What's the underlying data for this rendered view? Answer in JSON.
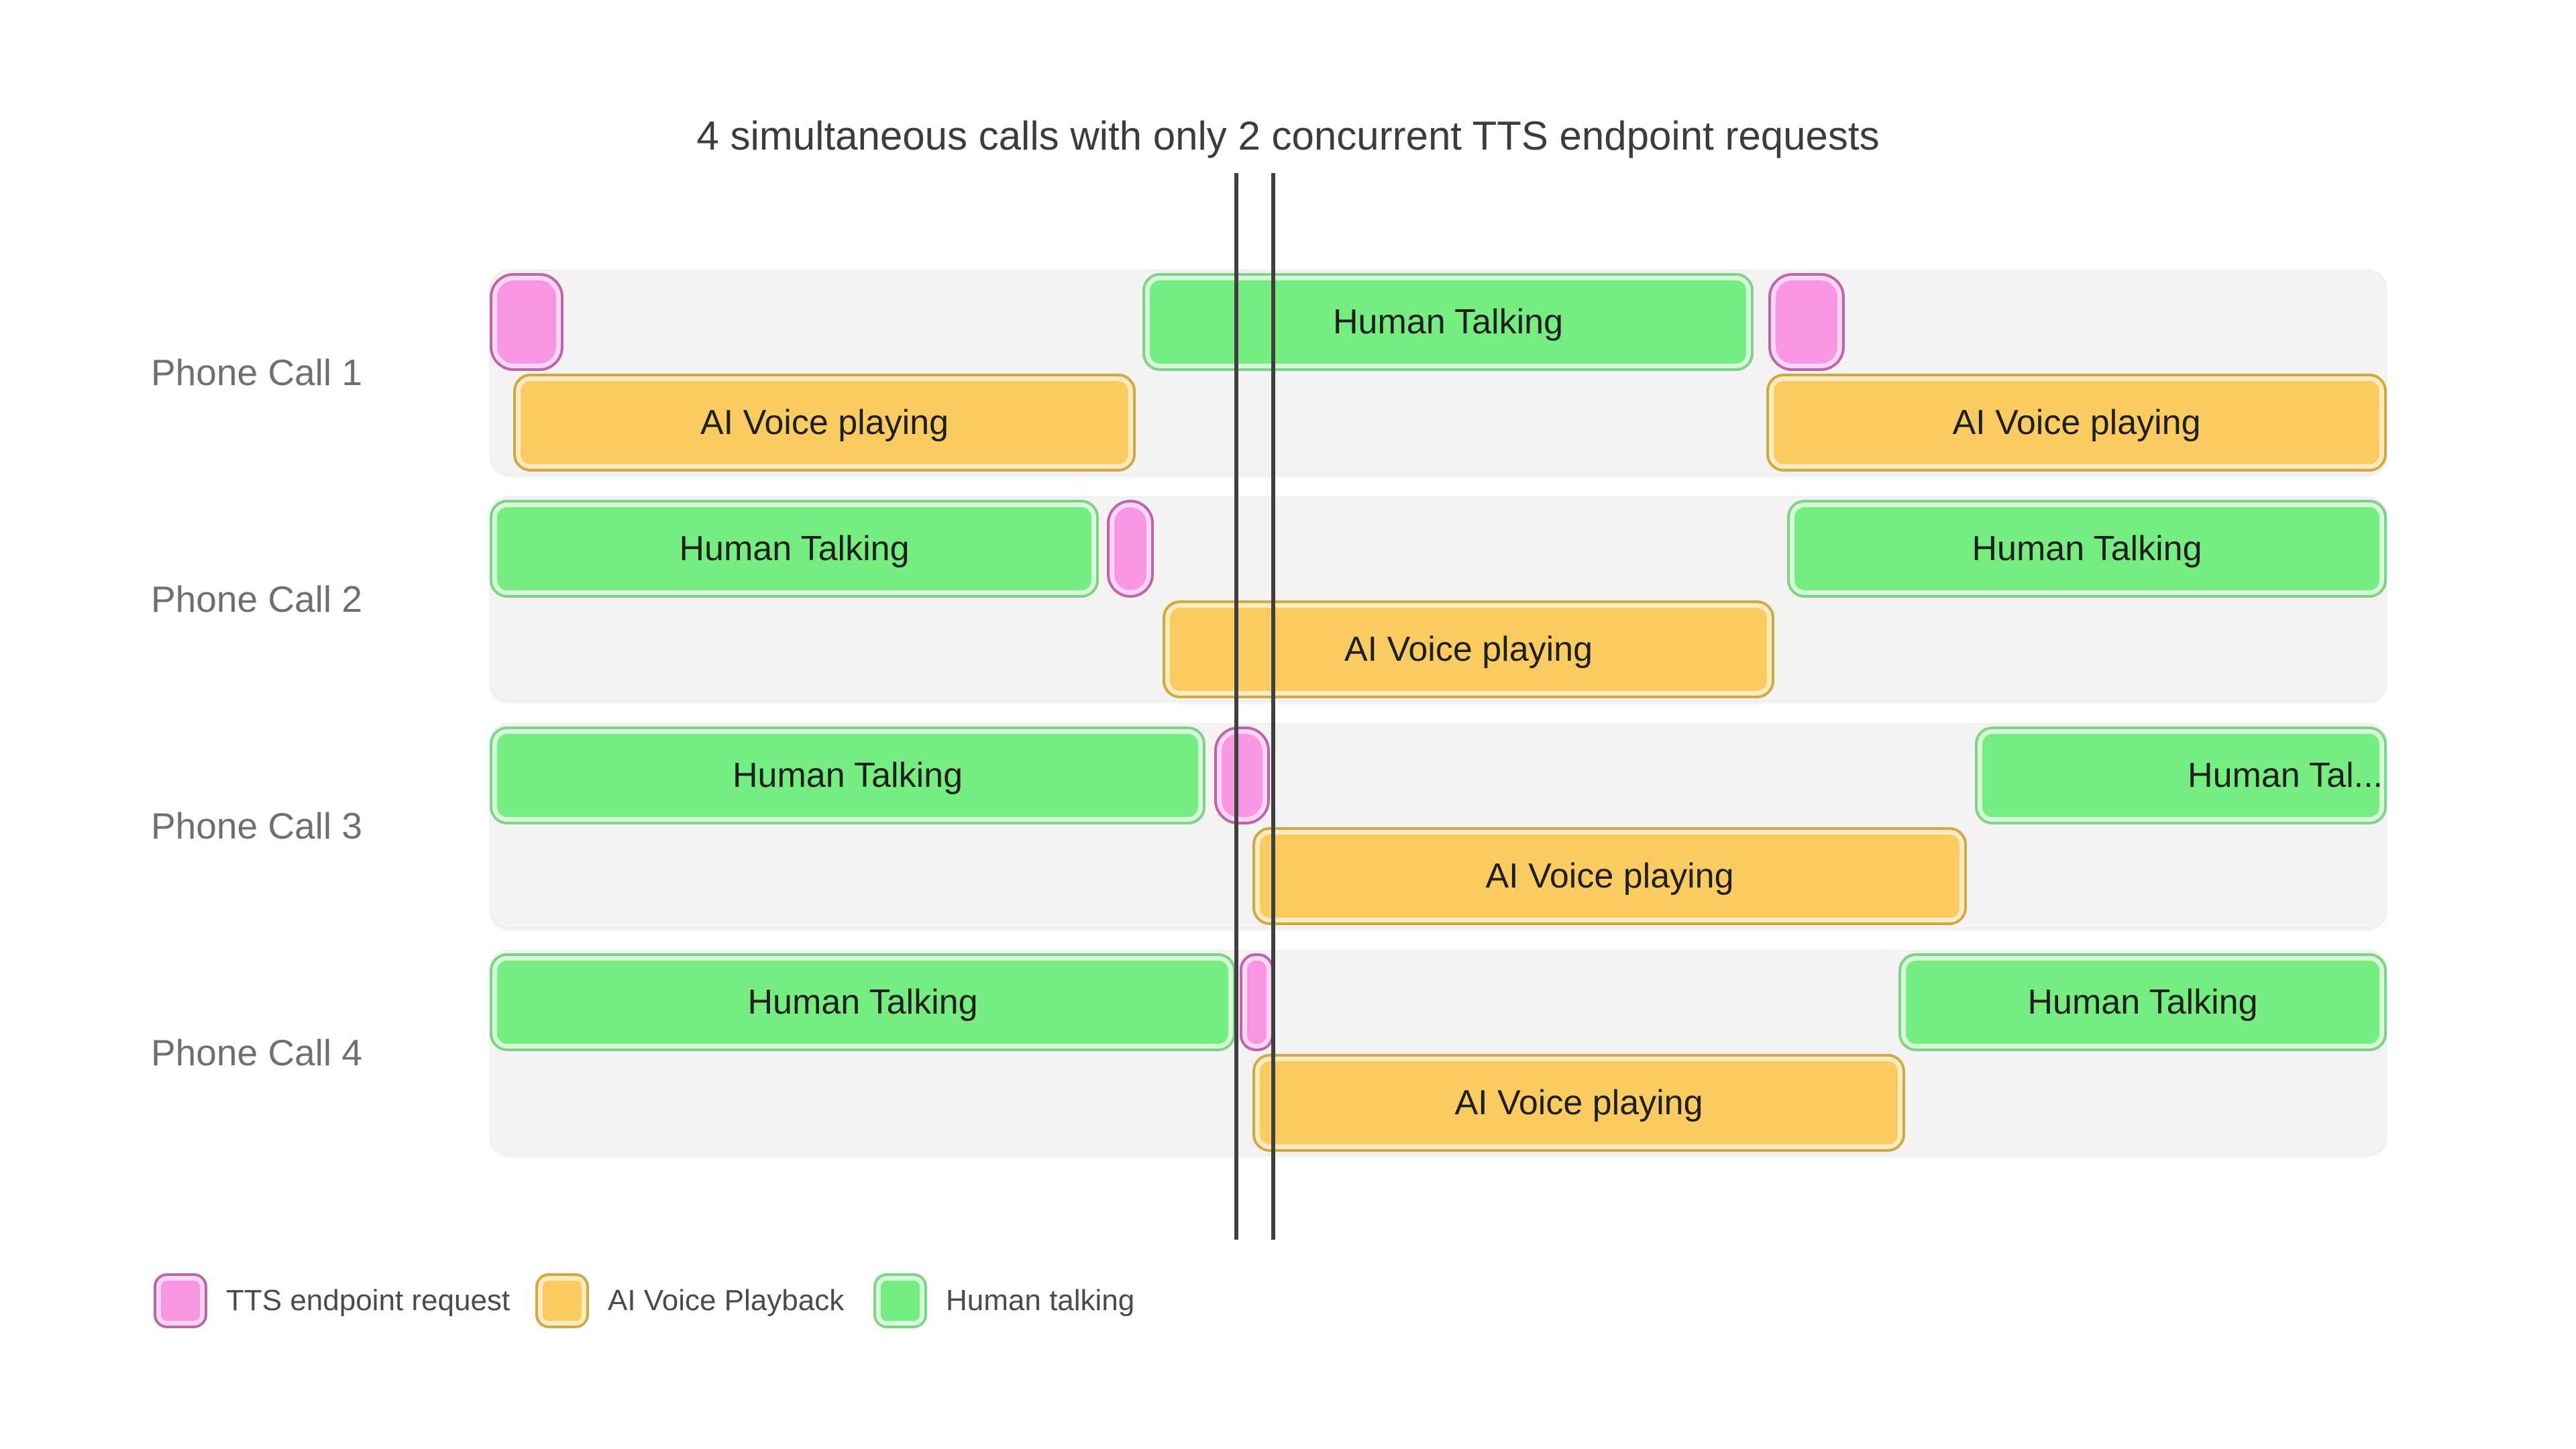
{
  "title": "4 simultaneous calls with only 2 concurrent TTS endpoint requests",
  "annotations": {
    "concurrent_request_lines": 2,
    "lines_meaning": "moment with 2 concurrent TTS endpoint requests"
  },
  "rows": [
    {
      "label": "Phone Call 1",
      "bars": [
        {
          "type": "tts",
          "label": ""
        },
        {
          "type": "voice",
          "label": "AI Voice playing"
        },
        {
          "type": "human",
          "label": "Human Talking"
        },
        {
          "type": "tts",
          "label": ""
        },
        {
          "type": "voice",
          "label": "AI Voice playing"
        }
      ]
    },
    {
      "label": "Phone Call 2",
      "bars": [
        {
          "type": "human",
          "label": "Human Talking"
        },
        {
          "type": "tts",
          "label": ""
        },
        {
          "type": "voice",
          "label": "AI Voice playing"
        },
        {
          "type": "human",
          "label": "Human Talking"
        }
      ]
    },
    {
      "label": "Phone Call 3",
      "bars": [
        {
          "type": "human",
          "label": "Human Talking"
        },
        {
          "type": "tts",
          "label": ""
        },
        {
          "type": "voice",
          "label": "AI Voice playing"
        },
        {
          "type": "human",
          "label": "Human Tal..."
        }
      ]
    },
    {
      "label": "Phone Call 4",
      "bars": [
        {
          "type": "human",
          "label": "Human Talking"
        },
        {
          "type": "tts",
          "label": ""
        },
        {
          "type": "voice",
          "label": "AI Voice playing"
        },
        {
          "type": "human",
          "label": "Human Talking"
        }
      ]
    }
  ],
  "legend": [
    {
      "type": "tts",
      "label": "TTS endpoint request"
    },
    {
      "type": "voice",
      "label": "AI Voice Playback"
    },
    {
      "type": "human",
      "label": "Human talking"
    }
  ],
  "colors": {
    "tts_fill": "#F996E3",
    "tts_border": "#BD65A7",
    "voice_fill": "#FACB60",
    "voice_border": "#CFA945",
    "human_fill": "#75ED81",
    "human_border": "#7FD289",
    "row_background": "#F5F2F2",
    "concurrency_line": "#404040"
  }
}
